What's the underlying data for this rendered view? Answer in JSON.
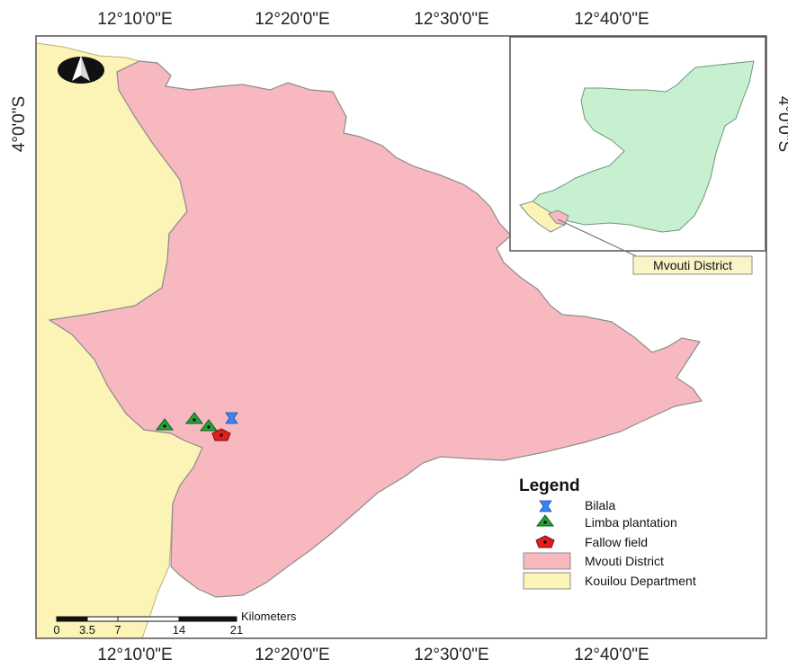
{
  "axes": {
    "top": [
      "12°10'0\"E",
      "12°20'0\"E",
      "12°30'0\"E",
      "12°40'0\"E"
    ],
    "bottom": [
      "12°10'0\"E",
      "12°20'0\"E",
      "12°30'0\"E",
      "12°40'0\"E"
    ],
    "left": "4°0'0\"S",
    "right": "4°0'0\"S"
  },
  "inset": {
    "callout_label": "Mvouti District"
  },
  "legend": {
    "title": "Legend",
    "items": [
      {
        "label": "Bilala",
        "symbol": "blue-star-marker",
        "color": "#3b82f6"
      },
      {
        "label": "Limba plantation",
        "symbol": "green-triangle-marker",
        "color": "#22a33a"
      },
      {
        "label": "Fallow field",
        "symbol": "red-pentagon-marker",
        "color": "#e11d1d"
      },
      {
        "label": "Mvouti District",
        "symbol": "pink-fill",
        "color": "#f7b9bf"
      },
      {
        "label": "Kouilou Department",
        "symbol": "yellow-fill",
        "color": "#fbf4b6"
      }
    ]
  },
  "scale_bar": {
    "unit": "Kilometers",
    "ticks": [
      "0",
      "3.5",
      "7",
      "14",
      "21"
    ]
  },
  "colors": {
    "district": "#f7b9bf",
    "department": "#fbf4b6",
    "inset_country": "#c6f0d0",
    "frame": "#555555"
  }
}
